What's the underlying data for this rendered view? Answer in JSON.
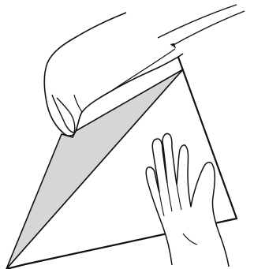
{
  "figure": {
    "kind": "line-illustration",
    "steps": [
      "hand-lifting-folded-corner",
      "flat-hand-holding-sheet"
    ],
    "colors": {
      "ink": "#111111",
      "fold_shade": "#d6d6d6",
      "paper": "#ffffff"
    },
    "icons": [
      "left-hand-icon",
      "right-hand-icon",
      "paper-sheet-icon",
      "folded-flap-icon"
    ]
  }
}
